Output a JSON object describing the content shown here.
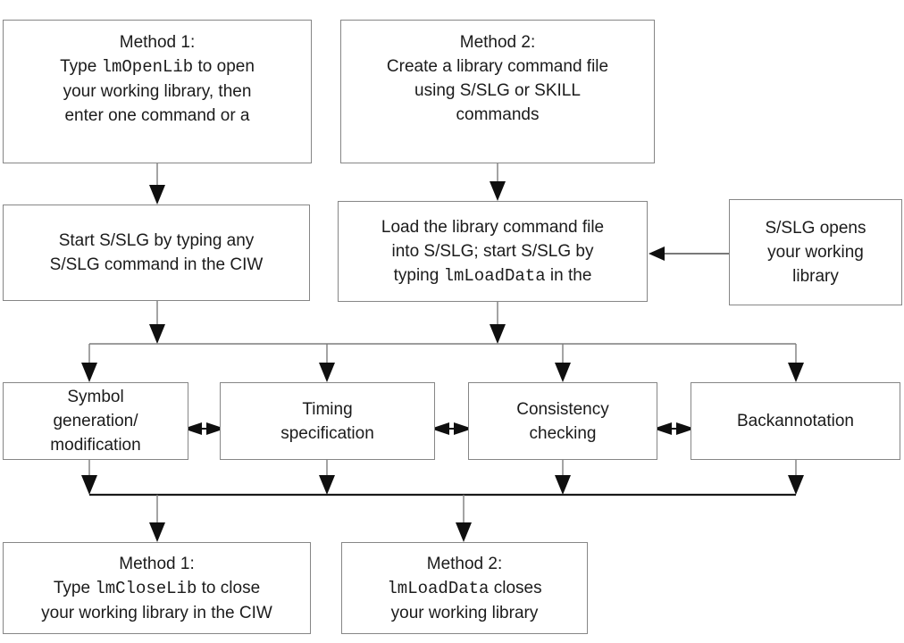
{
  "figure": {
    "type": "flowchart",
    "colors": {
      "background": "#ffffff",
      "box_border": "#868686",
      "connector_gray": "#7d7d7d",
      "connector_black": "#1a1a1a",
      "arrowhead": "#0f0f0f",
      "text": "#1b1b1b"
    },
    "boxes": [
      {
        "lines": [
          [
            {
              "t": "Method 1:"
            }
          ],
          [
            {
              "t": "Type "
            },
            {
              "t": "lmOpenLib",
              "mono": true
            },
            {
              "t": " to open"
            }
          ],
          [
            {
              "t": "your working library, then"
            }
          ],
          [
            {
              "t": "enter one command or a"
            }
          ]
        ]
      },
      {
        "lines": [
          [
            {
              "t": "Method 2:"
            }
          ],
          [
            {
              "t": "Create a library command file"
            }
          ],
          [
            {
              "t": "using S/SLG or SKILL"
            }
          ],
          [
            {
              "t": "commands"
            }
          ]
        ]
      },
      {
        "lines": [
          [
            {
              "t": "Start S/SLG by typing any"
            }
          ],
          [
            {
              "t": "S/SLG command in the CIW"
            }
          ]
        ]
      },
      {
        "lines": [
          [
            {
              "t": "Load the library command file"
            }
          ],
          [
            {
              "t": "into S/SLG; start S/SLG by"
            }
          ],
          [
            {
              "t": "typing "
            },
            {
              "t": "lmLoadData",
              "mono": true
            },
            {
              "t": " in the"
            }
          ]
        ]
      },
      {
        "lines": [
          [
            {
              "t": "S/SLG opens"
            }
          ],
          [
            {
              "t": "your working"
            }
          ],
          [
            {
              "t": "library"
            }
          ]
        ]
      },
      {
        "lines": [
          [
            {
              "t": "Symbol"
            }
          ],
          [
            {
              "t": "generation/"
            }
          ],
          [
            {
              "t": "modification"
            }
          ]
        ]
      },
      {
        "lines": [
          [
            {
              "t": "Timing"
            }
          ],
          [
            {
              "t": "specification"
            }
          ]
        ]
      },
      {
        "lines": [
          [
            {
              "t": "Consistency"
            }
          ],
          [
            {
              "t": "checking"
            }
          ]
        ]
      },
      {
        "lines": [
          [
            {
              "t": "Backannotation"
            }
          ]
        ]
      },
      {
        "lines": [
          [
            {
              "t": "Method 1:"
            }
          ],
          [
            {
              "t": "Type "
            },
            {
              "t": "lmCloseLib",
              "mono": true
            },
            {
              "t": " to close"
            }
          ],
          [
            {
              "t": "your working library in the CIW"
            }
          ]
        ]
      },
      {
        "lines": [
          [
            {
              "t": "Method 2:"
            }
          ],
          [
            {
              "t": "lmLoadData",
              "mono": true
            },
            {
              "t": " closes"
            }
          ],
          [
            {
              "t": "your working library"
            }
          ]
        ]
      }
    ]
  }
}
